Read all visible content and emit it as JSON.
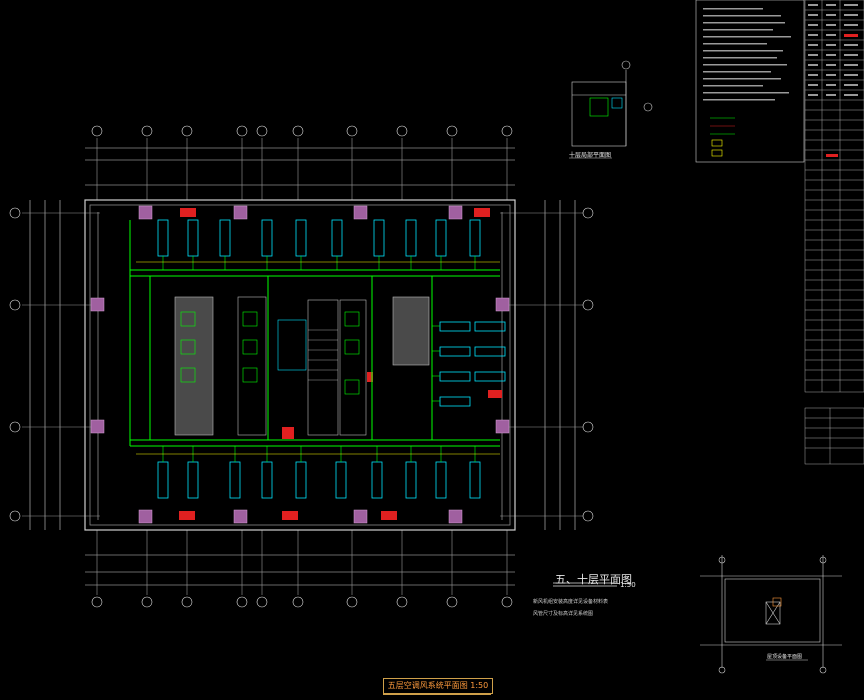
{
  "drawing": {
    "plan_title": "五、十层平面图",
    "plan_scale": "1:50",
    "sheet_title": "五层空调风系统平面图 1:50",
    "detail_title": "十层局部平面图",
    "room_detail_title": "屋顶设备平面图",
    "notes": [
      "新风机组安装高度详见设备材料表",
      "风管尺寸及标高详见系统图"
    ],
    "colors": {
      "background": "#000000",
      "duct": "#00ff00",
      "equipment": "#00e5ff",
      "column": "#c080c0",
      "wall": "#cfcfcf",
      "dimension": "#e0e0e0",
      "highlight": "#ff2020",
      "title": "#ff9b3d"
    }
  }
}
